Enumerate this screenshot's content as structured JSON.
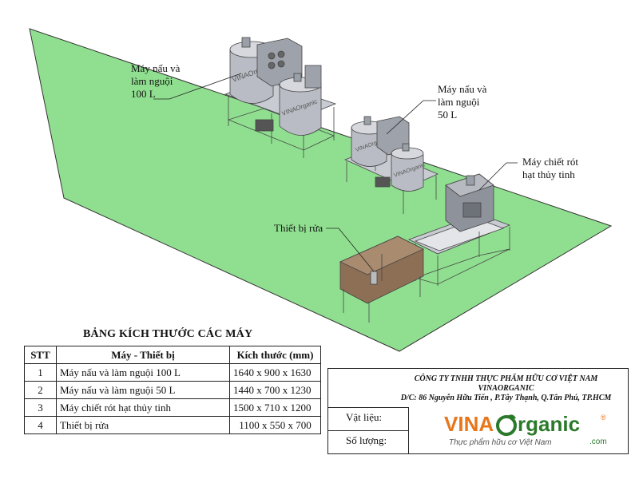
{
  "callouts": {
    "cooker_100": [
      "Máy nấu và",
      "làm nguội",
      "100 L"
    ],
    "cooker_50": [
      "Máy nấu và",
      "làm nguội",
      "50 L"
    ],
    "filler": [
      "Máy chiết rót",
      "hạt thủy tinh"
    ],
    "washer": [
      "Thiết bị rửa"
    ]
  },
  "brand_on_tank": "VINAOrganic",
  "table": {
    "title": "BẢNG KÍCH THƯỚC CÁC MÁY",
    "headers": [
      "STT",
      "Máy - Thiết bị",
      "Kích thước (mm)"
    ],
    "rows": [
      [
        "1",
        "Máy nấu và làm nguội 100 L",
        "1640 x 900 x 1630"
      ],
      [
        "2",
        "Máy nấu và làm nguội 50 L",
        "1440 x 700 x 1230"
      ],
      [
        "3",
        "Máy chiết rót hạt thủy tinh",
        "1500 x 710 x 1200"
      ],
      [
        "4",
        "Thiết bị rửa",
        "1100  x 550 x 700"
      ]
    ]
  },
  "titleblock": {
    "company_line1": "CÔNG TY TNHH THỰC PHẨM HỮU CƠ VIỆT NAM",
    "company_line2": "VINAORGANIC",
    "address": "D/C: 86 Nguyễn Hữu Tiến , P.Tây Thạnh, Q.Tân Phú, TP.HCM",
    "material_label": "Vật liệu:",
    "quantity_label": "Số lượng:"
  },
  "logo": {
    "part1": "VINA",
    "part2": "rganic",
    "tagline": "Thực phẩm hữu cơ Việt Nam",
    "domain": ".com",
    "reg": "®"
  },
  "colors": {
    "floor": "#90df90",
    "steel": "#b9bcc4",
    "brand_orange": "#e8761a",
    "brand_green": "#2b7a2b"
  }
}
